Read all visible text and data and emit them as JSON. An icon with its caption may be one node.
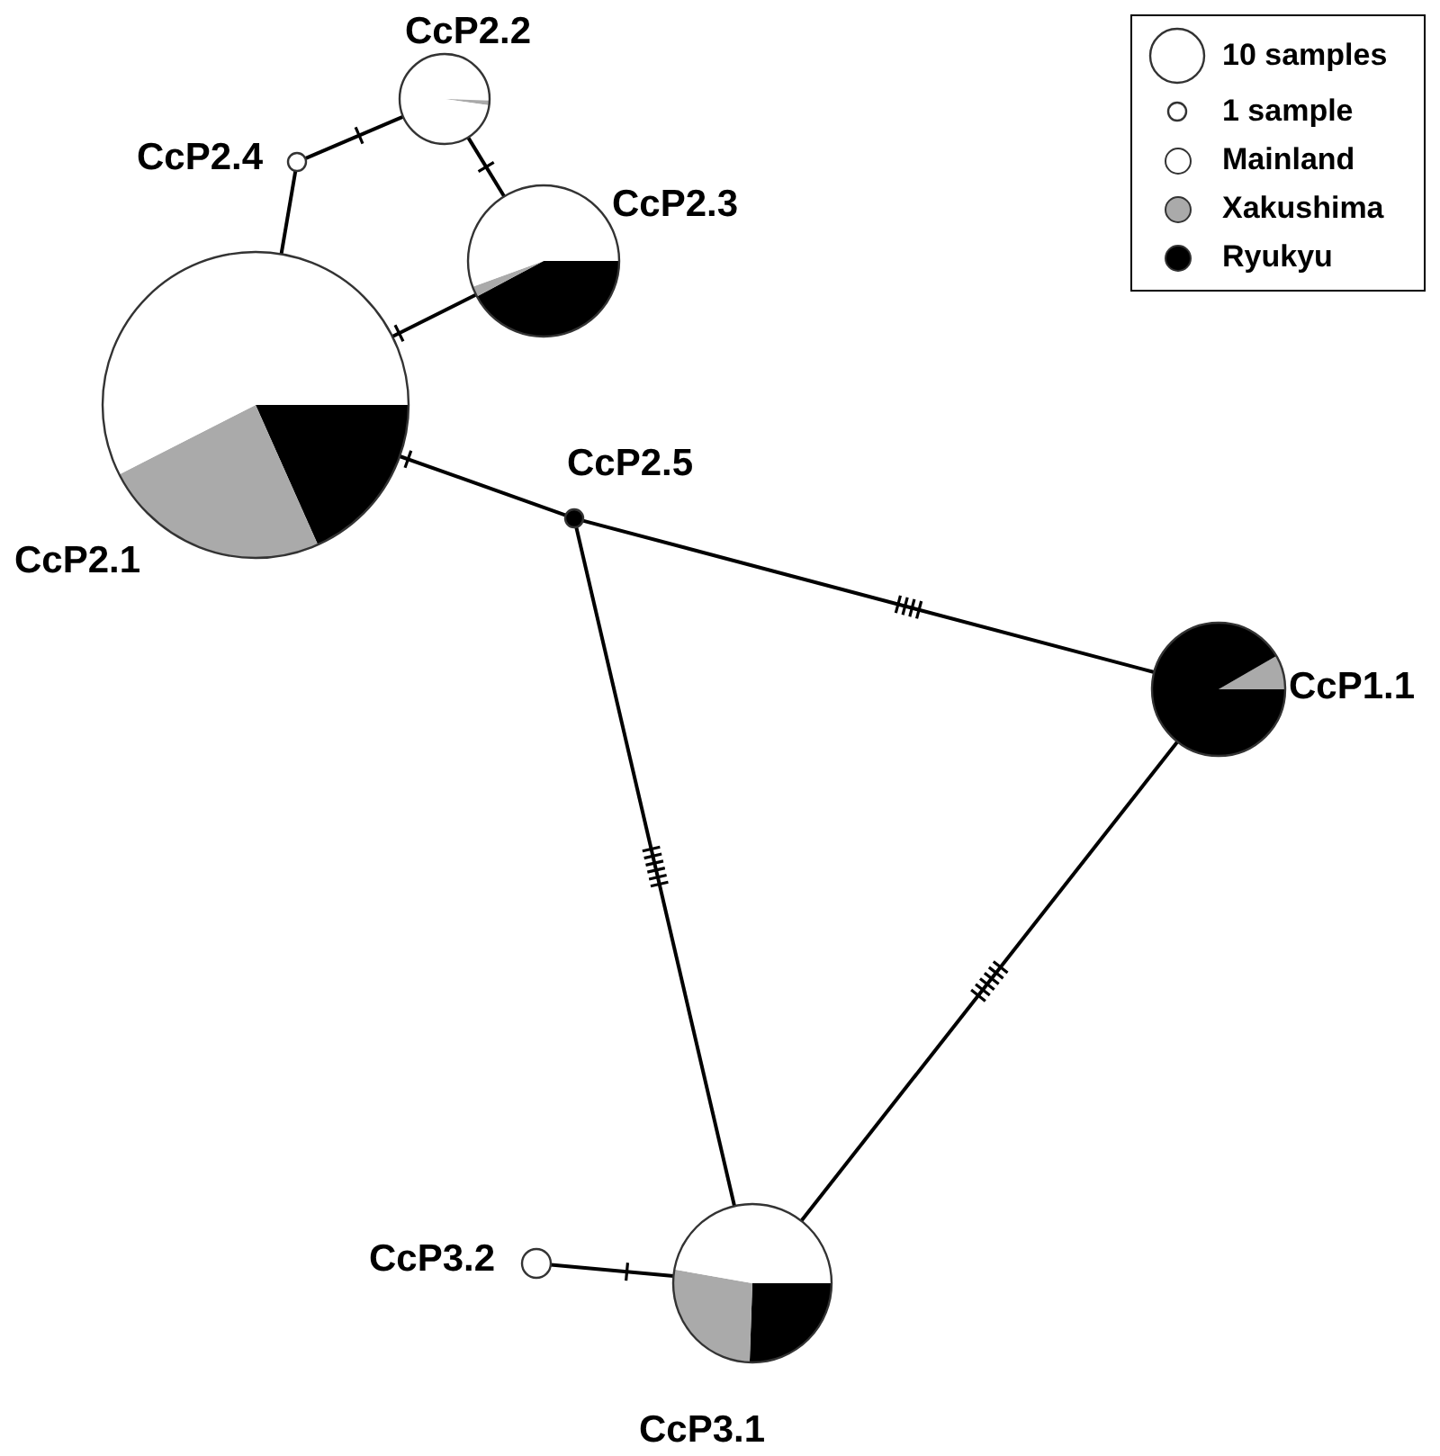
{
  "diagram": {
    "nodes": [
      {
        "text": [
          "CcP2.2"
        ]
      },
      {
        "text": [
          "CcP2.4"
        ]
      },
      {
        "text": [
          "CcP2.3"
        ]
      },
      {
        "text": [
          "CcP2.1"
        ]
      },
      {
        "text": [
          "CcP2.5"
        ]
      },
      {
        "text": [
          "CcP1.1"
        ]
      },
      {
        "text": [
          "CcP3.2"
        ]
      },
      {
        "text": [
          "CcP3.1"
        ]
      }
    ],
    "edges": [
      {
        "from": 1,
        "to": 0,
        "arrow": "none"
      },
      {
        "from": 0,
        "to": 2,
        "arrow": "none"
      },
      {
        "from": 1,
        "to": 3,
        "arrow": "none"
      },
      {
        "from": 2,
        "to": 3,
        "arrow": "none"
      },
      {
        "from": 3,
        "to": 4,
        "arrow": "none"
      },
      {
        "from": 4,
        "to": 5,
        "arrow": "none"
      },
      {
        "from": 4,
        "to": 7,
        "arrow": "none"
      },
      {
        "from": 5,
        "to": 7,
        "arrow": "none"
      },
      {
        "from": 6,
        "to": 7,
        "arrow": "none"
      }
    ],
    "legend": [
      {
        "text": "10 samples"
      },
      {
        "text": "1 sample"
      },
      {
        "text": "Mainland",
        "color": "#ffffff"
      },
      {
        "text": "Xakushima",
        "color": "#aaaaaa"
      },
      {
        "text": "Ryukyu",
        "color": "#000000"
      }
    ]
  }
}
